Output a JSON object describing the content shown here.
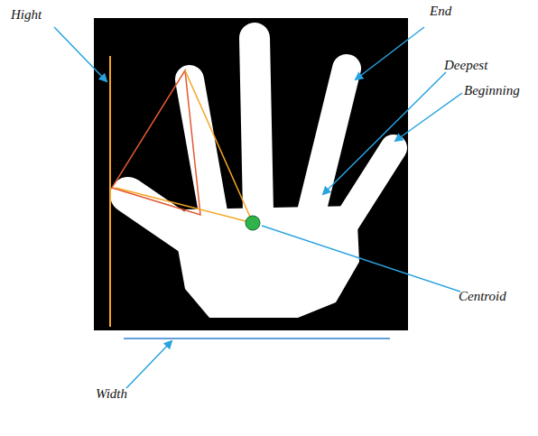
{
  "diagram": {
    "labels": [
      "Hight",
      "End",
      "Deepest",
      "Beginning",
      "Centroid",
      "Width"
    ]
  }
}
